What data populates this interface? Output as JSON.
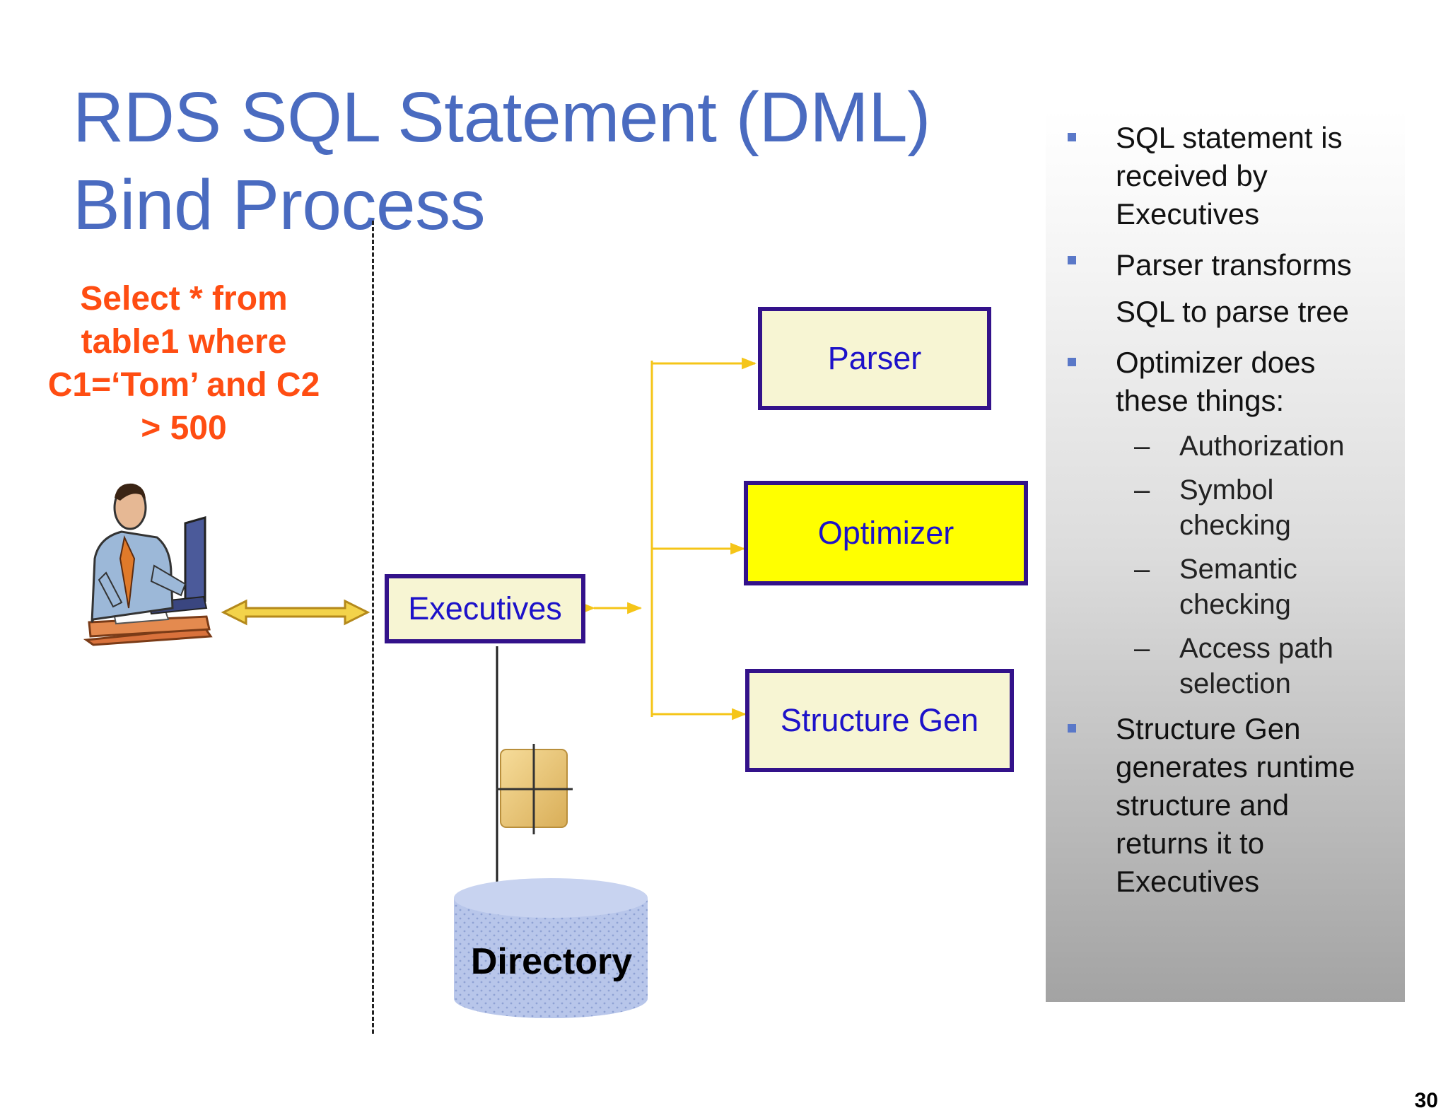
{
  "slide": {
    "title": [
      "RDS SQL Statement (DML)",
      "Bind Process"
    ],
    "query": [
      "Select * from",
      "table1 where",
      "C1=‘Tom’ and C2",
      "> 500"
    ],
    "page_number": "30"
  },
  "diagram": {
    "executives": "Executives",
    "parser": "Parser",
    "optimizer": "Optimizer",
    "structure_gen": "Structure Gen",
    "directory": "Directory"
  },
  "notes": {
    "b1": [
      "SQL statement is",
      "received by",
      "Executives"
    ],
    "b2": [
      "Parser transforms",
      "SQL to parse tree"
    ],
    "b3": [
      "Optimizer does",
      "these things:"
    ],
    "sub1": [
      "Authorization"
    ],
    "sub2": [
      "Symbol",
      "checking"
    ],
    "sub3": [
      "Semantic",
      "checking"
    ],
    "sub4": [
      "Access path",
      "selection"
    ],
    "b4": [
      "Structure Gen",
      "generates runtime",
      "structure and",
      "returns it to",
      "Executives"
    ],
    "dash": "–"
  },
  "colors": {
    "title": "#4a6bc0",
    "query": "#ff4d12",
    "box_border": "#33128a",
    "box_fill": "#f7f5d3",
    "optimizer_fill": "#ffff00",
    "box_text": "#1d12c9",
    "connector": "#f5c518"
  },
  "icons": [
    "person-at-computer-icon",
    "grid-package-icon",
    "database-cylinder-icon"
  ]
}
